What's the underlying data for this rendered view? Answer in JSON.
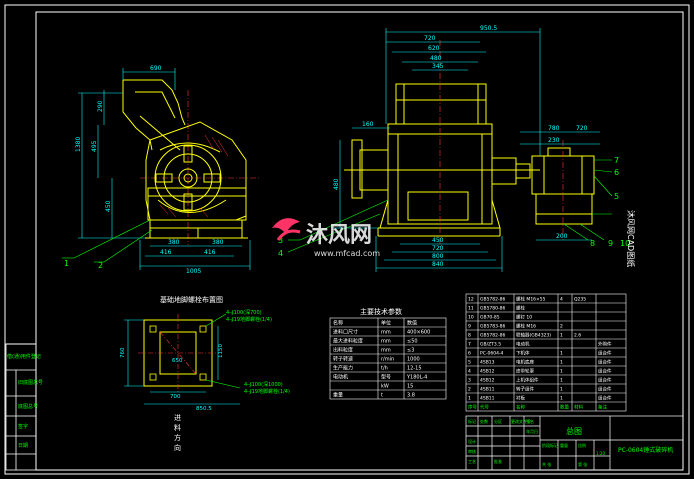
{
  "drawing": {
    "title_block_main": "总图",
    "title_block_name": "PC-0604锤式破碎机",
    "watermark_brand": "沐风网",
    "watermark_url": "www.mfcad.com",
    "side_watermark": "沐风网CAD图纸",
    "colors": {
      "background": "#000000",
      "frame": "#ffffff",
      "outline": "#ffff00",
      "dimension": "#00ffff",
      "leader": "#00ff00",
      "centerline": "#ff3333",
      "table": "#ffffff",
      "watermark": "#ff3366"
    }
  },
  "left_view": {
    "dims_top": [
      "690"
    ],
    "dims_left": [
      "1380",
      "495",
      "450",
      "290"
    ],
    "dims_bottom": [
      "380",
      "380",
      "416",
      "416",
      "1005"
    ],
    "leaders": [
      "1",
      "2"
    ]
  },
  "right_view": {
    "dims_top": [
      "950.5",
      "720",
      "620",
      "480",
      "345"
    ],
    "dims_left": [
      "160",
      "480"
    ],
    "dims_bottom": [
      "450",
      "720",
      "800",
      "840"
    ],
    "dims_right": [
      "780",
      "230",
      "200",
      "720"
    ],
    "leaders": [
      "3",
      "4",
      "5",
      "6",
      "7",
      "8",
      "9",
      "10"
    ]
  },
  "foundation": {
    "title": "基础地脚螺栓布置图",
    "dims": [
      "700",
      "760",
      "1150",
      "650",
      "850.5"
    ],
    "notes": [
      "4-∮100(深700)",
      "4-∮19地脚螺栓(1/4)",
      "4-∮100(深1000)",
      "4-∮19地脚螺栓(1/4)"
    ],
    "feed_direction": [
      "进",
      "料",
      "方",
      "向"
    ]
  },
  "tech_table": {
    "title": "主要技术参数",
    "headers": [
      "名称",
      "单位",
      "数值"
    ],
    "rows": [
      [
        "进料口尺寸",
        "mm",
        "400×600"
      ],
      [
        "最大进料粒度",
        "mm",
        "≤50"
      ],
      [
        "出料粒度",
        "mm",
        "≤3"
      ],
      [
        "转子转速",
        "r/min",
        "1000"
      ],
      [
        "生产能力",
        "t/h",
        "12-15"
      ],
      [
        "电动机",
        "型号",
        "Y180L-4"
      ],
      [
        "",
        "kW",
        "15"
      ],
      [
        "重量",
        "t",
        "3.8"
      ]
    ]
  },
  "parts_list": {
    "rows": [
      [
        "12",
        "GB5782-86",
        "螺栓 M16×55",
        "4",
        "Q235",
        ""
      ],
      [
        "11",
        "GB5780-86",
        "螺栓",
        "",
        "",
        ""
      ],
      [
        "10",
        "GB70-85",
        "螺钉 10",
        "",
        "",
        ""
      ],
      [
        "9",
        "GB5783-86",
        "螺栓 M16",
        "2",
        "",
        ""
      ],
      [
        "8",
        "GB5782-86",
        "联轴器(GB4323)",
        "1",
        "2.6",
        ""
      ],
      [
        "7",
        "GB/ZT3.5",
        "电动机",
        "",
        "",
        "外购件"
      ],
      [
        "6",
        "PC-0604-4",
        "下机体",
        "1",
        "",
        "组合件"
      ],
      [
        "5",
        "4SB13",
        "电机底座",
        "1",
        "",
        "组合件"
      ],
      [
        "4",
        "4SB12",
        "皮带轮罩",
        "1",
        "",
        "组合件"
      ],
      [
        "3",
        "4SB12",
        "上机体组件",
        "1",
        "",
        "组合件"
      ],
      [
        "2",
        "4SB11",
        "转子组件",
        "1",
        "",
        "组合件"
      ],
      [
        "1",
        "4SB11",
        "衬板",
        "1",
        "",
        "组合件"
      ]
    ],
    "headers": [
      "序号",
      "代号",
      "名称",
      "数量",
      "材料",
      "备注"
    ]
  },
  "left_sidebar": {
    "labels": [
      "借(通)用件登记",
      "旧底图总号",
      "底图总号",
      "签字",
      "日期"
    ]
  },
  "title_block": {
    "cells": [
      "标记",
      "处数",
      "分区",
      "更改文件号",
      "签名",
      "年月日",
      "设计",
      "审核",
      "工艺",
      "批准",
      "阶段标记",
      "重量",
      "比例",
      "共 张",
      "第 张",
      "1:20"
    ]
  }
}
